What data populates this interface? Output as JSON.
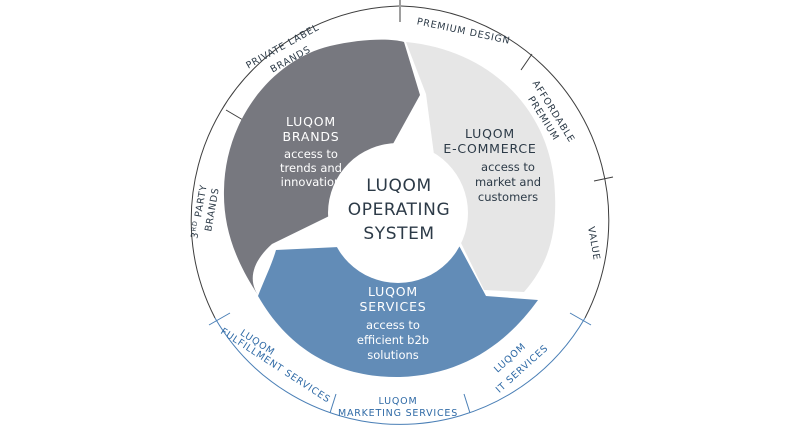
{
  "colors": {
    "brands_fill": "#77787f",
    "ecommerce_fill": "#e6e6e6",
    "services_fill": "#628cb7",
    "center_fill": "#ffffff",
    "ring_stroke_dark": "#3d3d3d",
    "ring_stroke_blue": "#4a7fb6",
    "text_dark": "#2c3a47",
    "text_white": "#ffffff",
    "text_blue": "#2f6aa6"
  },
  "center": {
    "line1": "LUQOM",
    "line2": "OPERATING",
    "line3": "SYSTEM"
  },
  "segments": {
    "brands": {
      "title1": "LUQOM",
      "title2": "BRANDS",
      "body1": "access to",
      "body2": "trends and",
      "body3": "innovation"
    },
    "ecommerce": {
      "title1": "LUQOM",
      "title2": "E-COMMERCE",
      "body1": "access to",
      "body2": "market and",
      "body3": "customers"
    },
    "services": {
      "title1": "LUQOM",
      "title2": "SERVICES",
      "body1": "access to",
      "body2": "efficient b2b",
      "body3": "solutions"
    }
  },
  "outer_ring": {
    "private_label_1": "PRIVATE LABEL",
    "private_label_2": "BRANDS",
    "third_party_1a": "3",
    "third_party_1b": "RD",
    "third_party_1c": " PARTY",
    "third_party_2": "BRANDS",
    "premium_design": "PREMIUM DESIGN",
    "affordable_1": "AFFORDABLE",
    "affordable_2": "PREMIUM",
    "value": "VALUE",
    "fulfillment_1": "LUQOM",
    "fulfillment_2": "FULFILLMENT SERVICES",
    "marketing_1": "LUQOM",
    "marketing_2": "MARKETING SERVICES",
    "it_1": "LUQOM",
    "it_2": "IT SERVICES"
  }
}
